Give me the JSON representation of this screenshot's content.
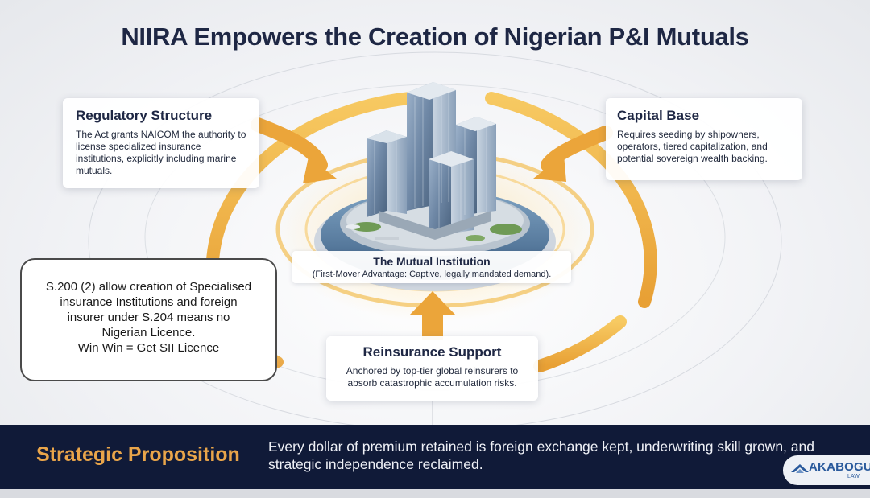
{
  "title": "NIIRA Empowers the Creation of Nigerian P&I Mutuals",
  "cards": {
    "regulatory": {
      "heading": "Regulatory Structure",
      "body": "The Act grants NAICOM the authority to license specialized insurance institutions, explicitly including marine mutuals."
    },
    "capital": {
      "heading": "Capital Base",
      "body": "Requires seeding by shipowners, operators, tiered capitalization, and potential sovereign wealth backing."
    },
    "reinsurance": {
      "heading": "Reinsurance Support",
      "body": "Anchored by top-tier global reinsurers to absorb catastrophic accumulation risks."
    }
  },
  "center": {
    "title": "The Mutual Institution",
    "subtitle": "(First-Mover Advantage: Captive, legally mandated demand)."
  },
  "note": {
    "lines": [
      "S.200 (2) allow creation of Specialised",
      "insurance Institutions  and foreign",
      "insurer under S.204 means no",
      "Nigerian Licence.",
      "Win Win = Get SII Licence"
    ]
  },
  "band": {
    "title": "Strategic Proposition",
    "text": "Every dollar of premium retained is foreign exchange kept, underwriting skill grown, and strategic independence reclaimed."
  },
  "logo": {
    "brand": "AKABOGU",
    "sub": "LAW",
    "icon": "roof-chevron-icon"
  },
  "colors": {
    "navy": "#1e2744",
    "band": "#101a38",
    "gold": "#e9a54a",
    "ring": "#f0b443"
  }
}
